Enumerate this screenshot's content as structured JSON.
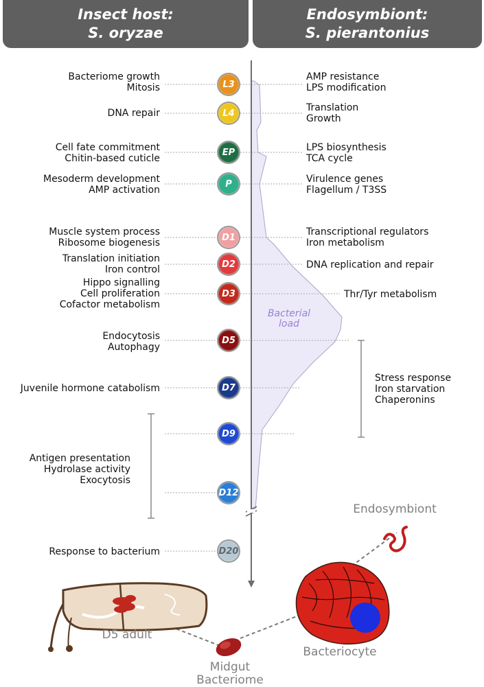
{
  "header": {
    "left_line1": "Insect host:",
    "left_line2": "S. oryzae",
    "right_line1": "Endosymbiont:",
    "right_line2": "S. pierantonius"
  },
  "stages": [
    {
      "label": "L3",
      "color": "#e8921c",
      "text_color": "#ffffff"
    },
    {
      "label": "L4",
      "color": "#edc61f",
      "text_color": "#ffffff"
    },
    {
      "label": "EP",
      "color": "#1f6e43",
      "text_color": "#ffffff"
    },
    {
      "label": "P",
      "color": "#2fb08a",
      "text_color": "#ffffff"
    },
    {
      "label": "D1",
      "color": "#f0a0a2",
      "text_color": "#ffffff"
    },
    {
      "label": "D2",
      "color": "#e23a3e",
      "text_color": "#ffffff"
    },
    {
      "label": "D3",
      "color": "#c22a1c",
      "text_color": "#ffffff"
    },
    {
      "label": "D5",
      "color": "#8a1010",
      "text_color": "#ffffff"
    },
    {
      "label": "D7",
      "color": "#1c3a8c",
      "text_color": "#ffffff"
    },
    {
      "label": "D9",
      "color": "#1f49d3",
      "text_color": "#ffffff"
    },
    {
      "label": "D12",
      "color": "#2b7ed6",
      "text_color": "#ffffff"
    },
    {
      "label": "D20",
      "color": "#b9c9d4",
      "text_color": "#5d6a75"
    }
  ],
  "host_processes": [
    [
      "Bacteriome growth",
      "Mitosis"
    ],
    [
      "DNA repair"
    ],
    [
      "Cell fate commitment",
      "Chitin-based cuticle"
    ],
    [
      "Mesoderm development",
      "AMP activation"
    ],
    [
      "Muscle system process",
      "Ribosome biogenesis"
    ],
    [
      "Translation initiation",
      "Iron control"
    ],
    [
      "Hippo signalling",
      "Cell proliferation",
      "Cofactor metabolism"
    ],
    [
      "Endocytosis",
      "Autophagy"
    ],
    [
      "Juvenile hormone catabolism"
    ],
    [
      "Antigen presentation",
      "Hydrolase activity",
      "Exocytosis"
    ],
    [
      "Response to bacterium"
    ]
  ],
  "symbiont_processes": [
    [
      "AMP resistance",
      "LPS modification"
    ],
    [
      "Translation",
      "Growth"
    ],
    [
      "LPS biosynthesis",
      "TCA cycle"
    ],
    [
      "Virulence genes",
      "Flagellum / T3SS"
    ],
    [
      "Transcriptional regulators",
      "Iron metabolism"
    ],
    [
      "DNA replication and repair"
    ],
    [
      "Thr/Tyr metabolism"
    ],
    [
      "Stress response",
      "Iron starvation",
      "Chaperonins"
    ]
  ],
  "bacterial_load_label": [
    "Bacterial",
    "load"
  ],
  "graphics": {
    "endosymbiont": "Endosymbiont",
    "adult": "D5 adult",
    "bacteriome": [
      "Midgut",
      "Bacteriome"
    ],
    "bacteriocyte": "Bacteriocyte"
  }
}
